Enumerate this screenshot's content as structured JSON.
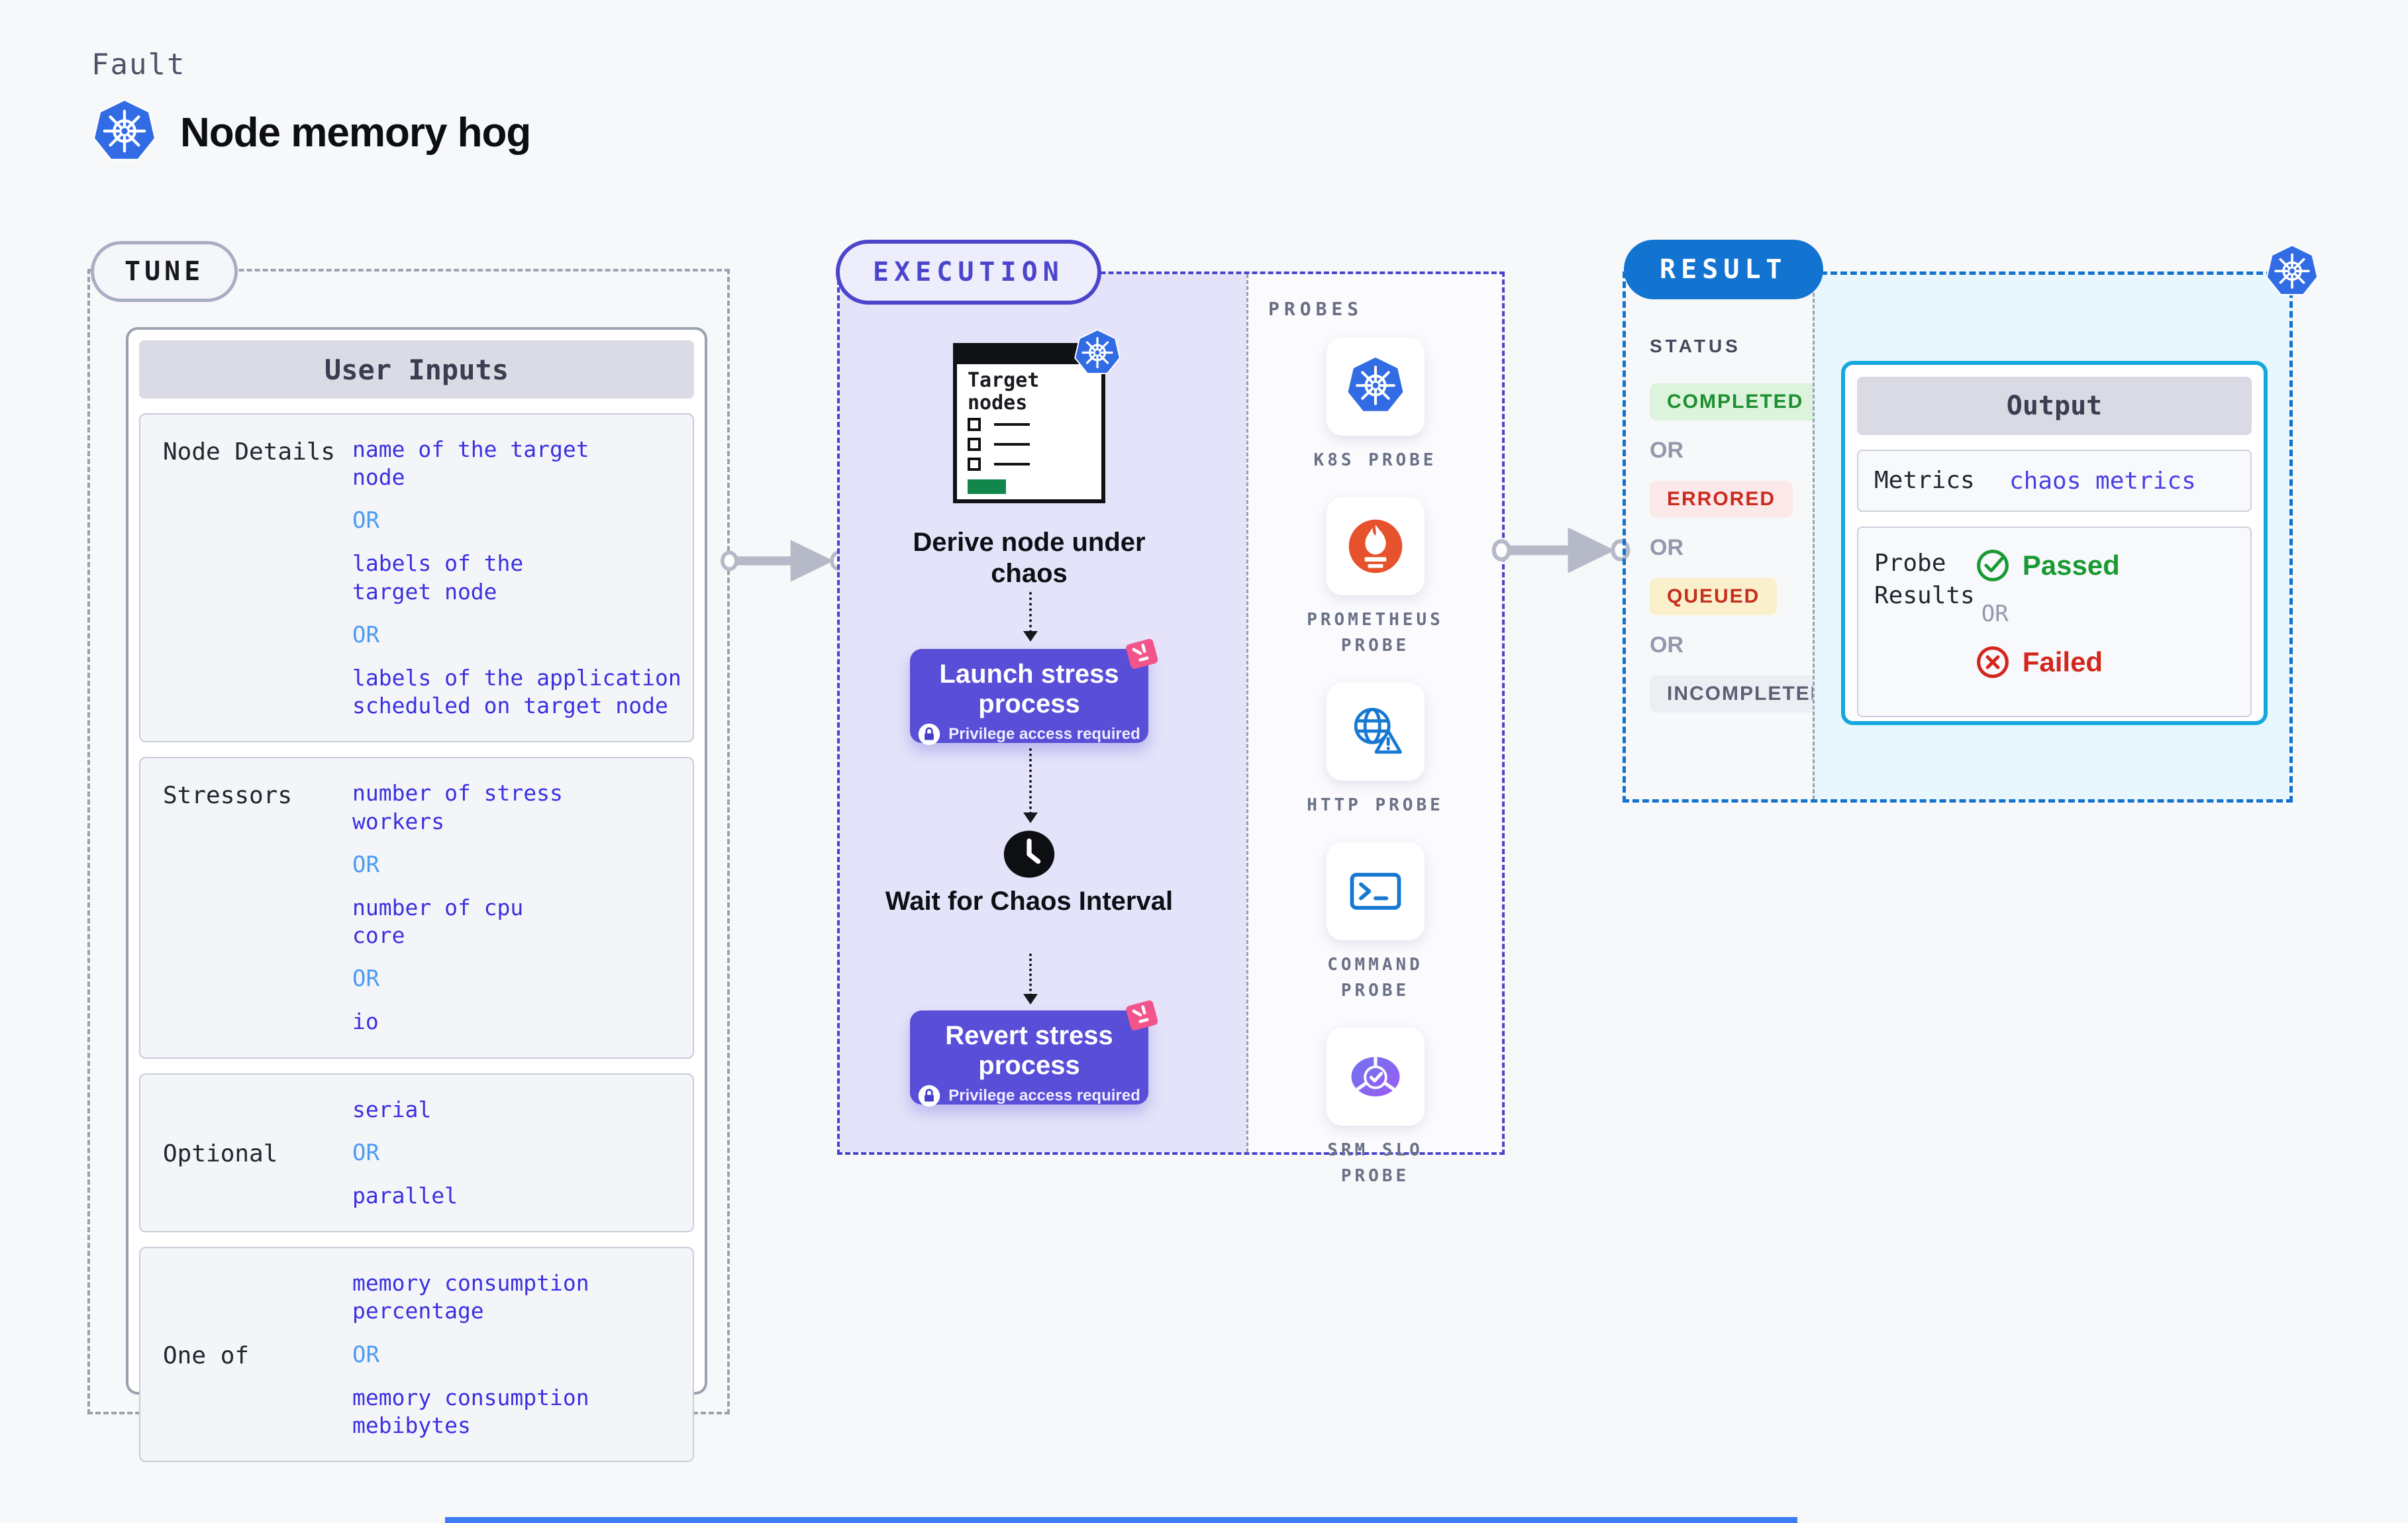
{
  "page": {
    "eyebrow": "Fault",
    "title": "Node memory hog",
    "title_icon": "kubernetes-icon"
  },
  "tune": {
    "badge": "TUNE",
    "table": {
      "header": "User Inputs",
      "rows": [
        {
          "label": "Node Details",
          "items": [
            "name of the target\nnode",
            "OR",
            "labels of the\ntarget node",
            "OR",
            "labels of the application\n scheduled on target node"
          ]
        },
        {
          "label": "Stressors",
          "items": [
            "number of stress\nworkers",
            "OR",
            "number of cpu\ncore",
            "OR",
            "io"
          ]
        },
        {
          "label": "Optional",
          "items": [
            "serial",
            "OR",
            "parallel"
          ]
        },
        {
          "label": "One of",
          "items": [
            "memory consumption\npercentage",
            "OR",
            "memory consumption\nmebibytes"
          ]
        }
      ]
    }
  },
  "execution": {
    "badge": "EXECUTION",
    "window_title": "Target nodes",
    "derive_label": "Derive node under chaos",
    "launch_label": "Launch stress process",
    "wait_label": "Wait for Chaos Interval",
    "revert_label": "Revert stress process",
    "privilege_note": "Privilege access required"
  },
  "probes": {
    "title": "PROBES",
    "items": [
      {
        "icon": "kubernetes-icon",
        "label": "K8S PROBE"
      },
      {
        "icon": "prometheus-icon",
        "label": "PROMETHEUS PROBE"
      },
      {
        "icon": "http-globe-icon",
        "label": "HTTP PROBE"
      },
      {
        "icon": "command-terminal-icon",
        "label": "COMMAND PROBE"
      },
      {
        "icon": "srm-slo-icon",
        "label": "SRM SLO PROBE"
      }
    ]
  },
  "result": {
    "badge": "RESULT",
    "status_title": "STATUS",
    "or_label": "OR",
    "statuses": [
      {
        "label": "COMPLETED",
        "color": "#1C8F2E",
        "bg": "#DCF3DD"
      },
      {
        "label": "ERRORED",
        "color": "#CB2A20",
        "bg": "#FBE8E8"
      },
      {
        "label": "QUEUED",
        "color": "#C52F1D",
        "bg": "#FAF0CB"
      },
      {
        "label": "INCOMPLETED",
        "color": "#5A6073",
        "bg": "#EDEEF4"
      }
    ],
    "output": {
      "header": "Output",
      "metrics_label": "Metrics",
      "metrics_value": "chaos metrics",
      "probe_results_label": "Probe Results",
      "passed_label": "Passed",
      "failed_label": "Failed"
    }
  },
  "colors": {
    "page_bg": "#F7F8FA",
    "tune_border": "#9BA1AF",
    "execution_accent": "#4B45CC",
    "execution_bg": "#E4E3F9",
    "button_bg": "#584ED8",
    "result_accent": "#1273D0",
    "output_border": "#16A7DD",
    "output_area_bg": "#E7F7FD",
    "value_text": "#3B30E0",
    "or_text": "#4C9BF5",
    "kubernetes_blue": "#326CE5",
    "prometheus_orange": "#E6522C",
    "pink_decoration": "#F2548C"
  }
}
